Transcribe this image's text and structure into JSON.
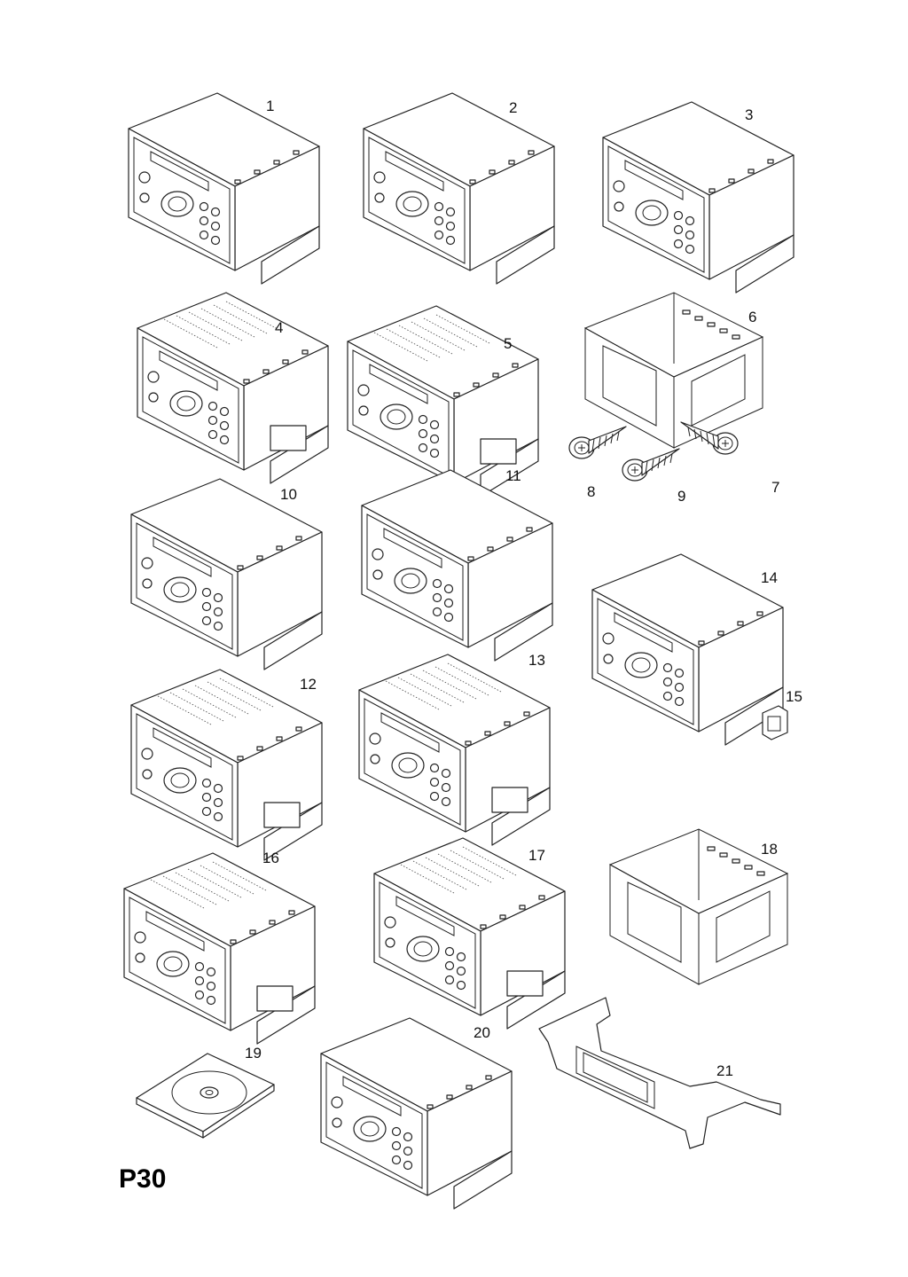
{
  "page_code": "P30",
  "parts": [
    {
      "id": "1",
      "label": "1",
      "kind": "radio"
    },
    {
      "id": "2",
      "label": "2",
      "kind": "radio"
    },
    {
      "id": "3",
      "label": "3",
      "kind": "radio"
    },
    {
      "id": "4",
      "label": "4",
      "kind": "radio-cased"
    },
    {
      "id": "5",
      "label": "5",
      "kind": "radio-cased"
    },
    {
      "id": "6",
      "label": "6",
      "kind": "cage"
    },
    {
      "id": "7",
      "label": "7",
      "kind": "screw"
    },
    {
      "id": "8",
      "label": "8",
      "kind": "screw"
    },
    {
      "id": "9",
      "label": "9",
      "kind": "screw"
    },
    {
      "id": "10",
      "label": "10",
      "kind": "radio"
    },
    {
      "id": "11",
      "label": "11",
      "kind": "radio"
    },
    {
      "id": "12",
      "label": "12",
      "kind": "radio-cased"
    },
    {
      "id": "13",
      "label": "13",
      "kind": "radio-cased"
    },
    {
      "id": "14",
      "label": "14",
      "kind": "radio"
    },
    {
      "id": "15",
      "label": "15",
      "kind": "clip"
    },
    {
      "id": "16",
      "label": "16",
      "kind": "radio-cased"
    },
    {
      "id": "17",
      "label": "17",
      "kind": "radio-cased"
    },
    {
      "id": "18",
      "label": "18",
      "kind": "cage"
    },
    {
      "id": "19",
      "label": "19",
      "kind": "disc"
    },
    {
      "id": "20",
      "label": "20",
      "kind": "radio"
    },
    {
      "id": "21",
      "label": "21",
      "kind": "bezel"
    }
  ]
}
